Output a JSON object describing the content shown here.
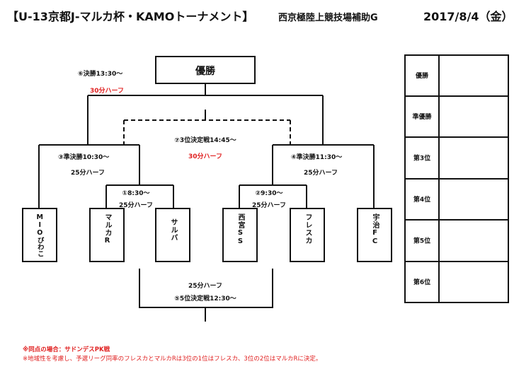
{
  "header": {
    "title": "【U-13京都J-マルカ杯・KAMOトーナメント】",
    "venue": "西京極陸上競技場補助G",
    "date": "2017/8/4（金）"
  },
  "bracket": {
    "champion_box": "優勝",
    "final": {
      "label": "⑥決勝13:30～",
      "format": "30分ハーフ"
    },
    "third_place": {
      "label": "⑦3位決定戦14:45～",
      "format": "30分ハーフ"
    },
    "semi_left": {
      "label": "③準決勝10:30～",
      "format": "25分ハーフ"
    },
    "semi_right": {
      "label": "④準決勝11:30～",
      "format": "25分ハーフ"
    },
    "qf1": {
      "label": "①8:30～",
      "format": "25分ハーフ"
    },
    "qf2": {
      "label": "②9:30～",
      "format": "25分ハーフ"
    },
    "fifth_place": {
      "label": "⑤5位決定戦12:30～",
      "format": "25分ハーフ"
    },
    "teams": [
      {
        "name": "MIOびわこ",
        "chars": [
          "M",
          "I",
          "O",
          "び",
          "わ",
          "こ"
        ]
      },
      {
        "name": "マルカR",
        "chars": [
          "マ",
          "ル",
          "カ",
          "R"
        ]
      },
      {
        "name": "サルバ",
        "chars": [
          "サ",
          "ル",
          "バ"
        ]
      },
      {
        "name": "西宮SS",
        "chars": [
          "西",
          "宮",
          "S",
          "S"
        ]
      },
      {
        "name": "フレスカ",
        "chars": [
          "フ",
          "レ",
          "ス",
          "カ"
        ]
      },
      {
        "name": "宇治FC",
        "chars": [
          "宇",
          "治",
          "F",
          "C"
        ]
      }
    ]
  },
  "results_table": {
    "rows": [
      "優勝",
      "準優勝",
      "第3位",
      "第4位",
      "第5位",
      "第6位"
    ]
  },
  "notes": [
    "※同点の場合：サドンデスPK戦",
    "※地域性を考慮し、予選リーグ同率のフレスカとマルカRは3位の1位はフレスカ、3位の2位はマルカRに決定。"
  ],
  "colors": {
    "note": "#e02020",
    "line": "#111111"
  }
}
